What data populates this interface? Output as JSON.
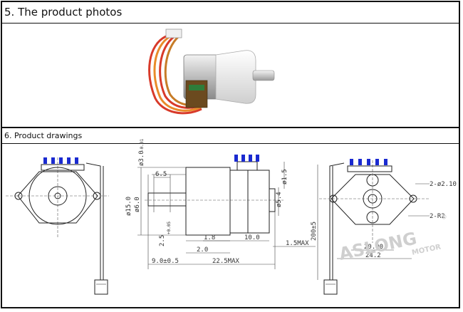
{
  "sections": {
    "photos_title": "5. The product photos",
    "drawings_title": "6. Product drawings"
  },
  "dimensions": {
    "d_top1": "ø3.0",
    "d_top1_tol": "-0.01",
    "d_65": "6.5",
    "d_150": "ø15.0",
    "d_60": "ø6.0",
    "d_25": "2.5",
    "d_25_tol": "+0.05",
    "d_18": "1.8",
    "d_100": "10.0",
    "d_20": "2.0",
    "d_15max": "1.5MAX",
    "d_90": "9.0±0.5",
    "d_225": "22.5MAX",
    "d_15": "ø1.5",
    "d_54": "ø5.4",
    "d_2phi": "2-ø2.10",
    "d_2r": "2-R2",
    "d_200": "200±5",
    "d_2000": "20.00",
    "d_242": "24.2"
  },
  "watermark": {
    "brand": "ASLONG",
    "sub": "MOTOR",
    "mark": "®"
  },
  "colors": {
    "border": "#111111",
    "pin_blue": "#1a2ad0",
    "wire_red": "#d83a2a",
    "wire_orange": "#e98b2a",
    "motor_silver": "#c9c9c9"
  }
}
